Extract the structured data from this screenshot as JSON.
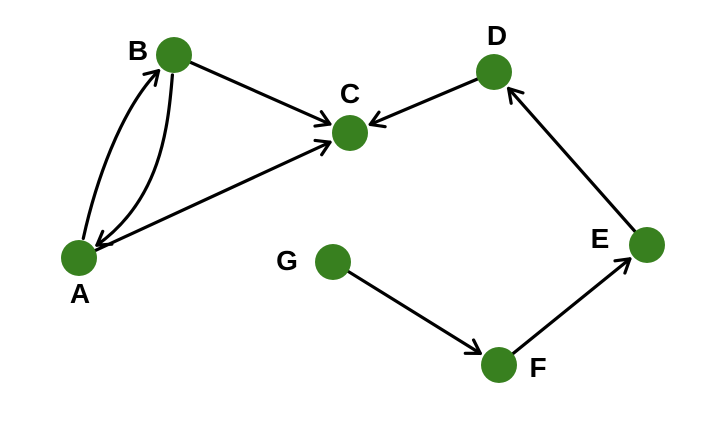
{
  "graph": {
    "node_color": "#38801f",
    "edge_color": "#000000",
    "background": "#ffffff",
    "nodes": [
      {
        "id": "A",
        "label": "A"
      },
      {
        "id": "B",
        "label": "B"
      },
      {
        "id": "C",
        "label": "C"
      },
      {
        "id": "D",
        "label": "D"
      },
      {
        "id": "E",
        "label": "E"
      },
      {
        "id": "F",
        "label": "F"
      },
      {
        "id": "G",
        "label": "G"
      }
    ],
    "edges": [
      {
        "from": "A",
        "to": "B"
      },
      {
        "from": "B",
        "to": "A"
      },
      {
        "from": "A",
        "to": "C"
      },
      {
        "from": "B",
        "to": "C"
      },
      {
        "from": "D",
        "to": "C"
      },
      {
        "from": "E",
        "to": "D"
      },
      {
        "from": "F",
        "to": "E"
      },
      {
        "from": "G",
        "to": "F"
      }
    ]
  }
}
